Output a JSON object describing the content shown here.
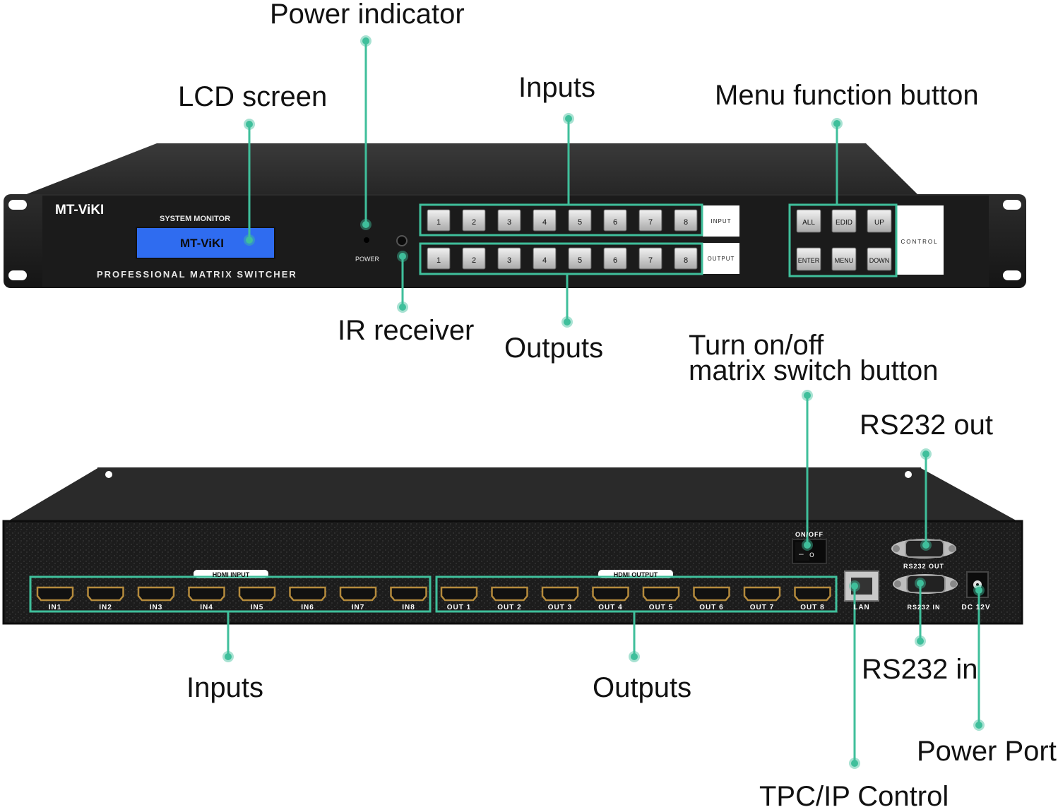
{
  "callouts": {
    "power_indicator": "Power indicator",
    "lcd_screen": "LCD screen",
    "inputs_front": "Inputs",
    "menu_function_button": "Menu function button",
    "ir_receiver": "IR receiver",
    "outputs_front": "Outputs",
    "turn_on_off_line1": "Turn on/off",
    "turn_on_off_line2": "matrix switch button",
    "rs232_out": "RS232 out",
    "inputs_rear": "Inputs",
    "outputs_rear": "Outputs",
    "rs232_in": "RS232 in",
    "power_port": "Power Port",
    "tcp_ip_control": "TPC/IP Control"
  },
  "front_panel": {
    "brand": "MT-ViKI",
    "system_monitor": "SYSTEM MONITOR",
    "lcd_text": "MT-ViKI",
    "tagline": "PROFESSIONAL MATRIX SWITCHER",
    "power_label": "POWER",
    "input_label": "INPUT",
    "output_label": "OUTPUT",
    "control_label": "CONTROL",
    "input_buttons": [
      "1",
      "2",
      "3",
      "4",
      "5",
      "6",
      "7",
      "8"
    ],
    "output_buttons": [
      "1",
      "2",
      "3",
      "4",
      "5",
      "6",
      "7",
      "8"
    ],
    "control_buttons_top": [
      "ALL",
      "EDID",
      "UP"
    ],
    "control_buttons_bottom": [
      "ENTER",
      "MENU",
      "DOWN"
    ]
  },
  "rear_panel": {
    "hdmi_input_label": "HDMI INPUT",
    "hdmi_output_label": "HDMI OUTPUT",
    "inputs": [
      "IN1",
      "IN2",
      "IN3",
      "IN4",
      "IN5",
      "IN6",
      "IN7",
      "IN8"
    ],
    "outputs": [
      "OUT 1",
      "OUT 2",
      "OUT 3",
      "OUT 4",
      "OUT 5",
      "OUT 6",
      "OUT 7",
      "OUT 8"
    ],
    "on_off_label": "ON/OFF",
    "lan_label": "LAN",
    "rs232_out_label": "RS232 OUT",
    "rs232_in_label": "RS232 IN",
    "dc_label": "DC 12V"
  },
  "colors": {
    "accent": "#3fbf9b",
    "chassis": "#1e1e1e",
    "lcd": "#2f6cf0",
    "hdmi_port": "#b48a3c"
  }
}
